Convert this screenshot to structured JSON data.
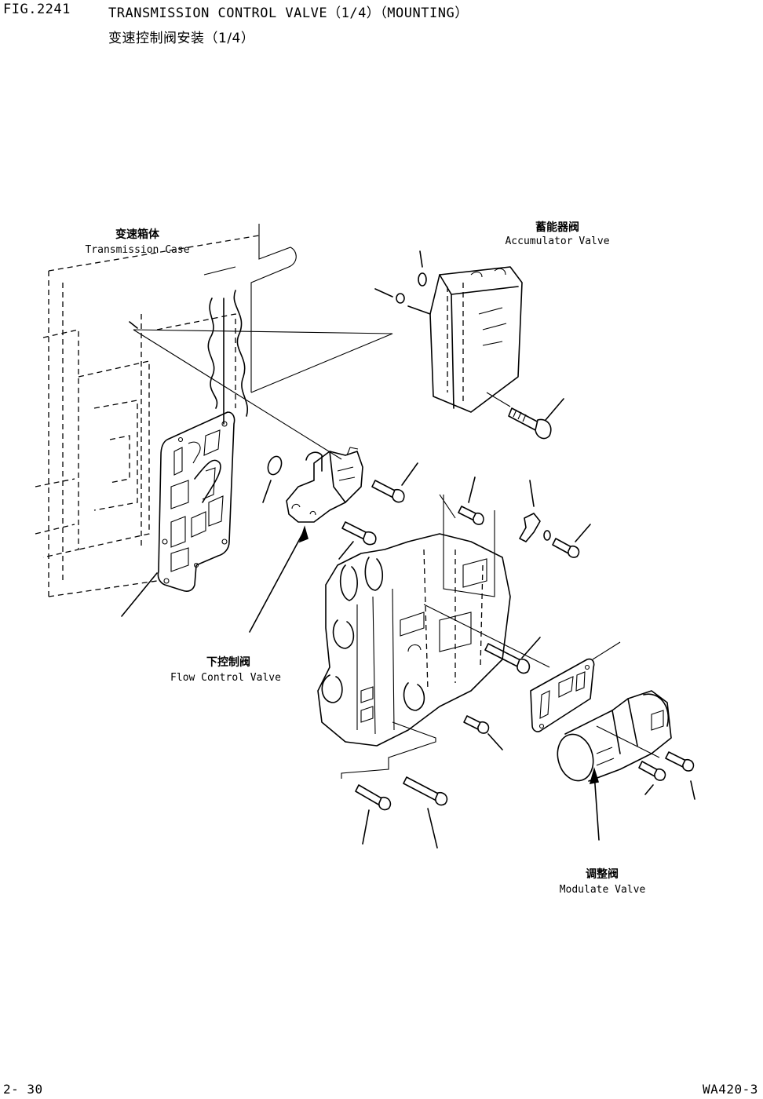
{
  "header": {
    "fig_no": "FIG.2241",
    "title_en": "TRANSMISSION CONTROL VALVE（1/4）（MOUNTING）",
    "title_cn": "变速控制阀安装（1/4）"
  },
  "labels": {
    "transmission_case": {
      "cn": "变速箱体",
      "en": "Transmission Case"
    },
    "accumulator_valve": {
      "cn": "蓄能器阀",
      "en": "Accumulator Valve"
    },
    "flow_control_valve": {
      "cn": "下控制阀",
      "en": "Flow Control Valve"
    },
    "modulate_valve": {
      "cn": "调整阀",
      "en": "Modulate Valve"
    }
  },
  "footer": {
    "page": "2- 30",
    "model": "WA420-3"
  }
}
